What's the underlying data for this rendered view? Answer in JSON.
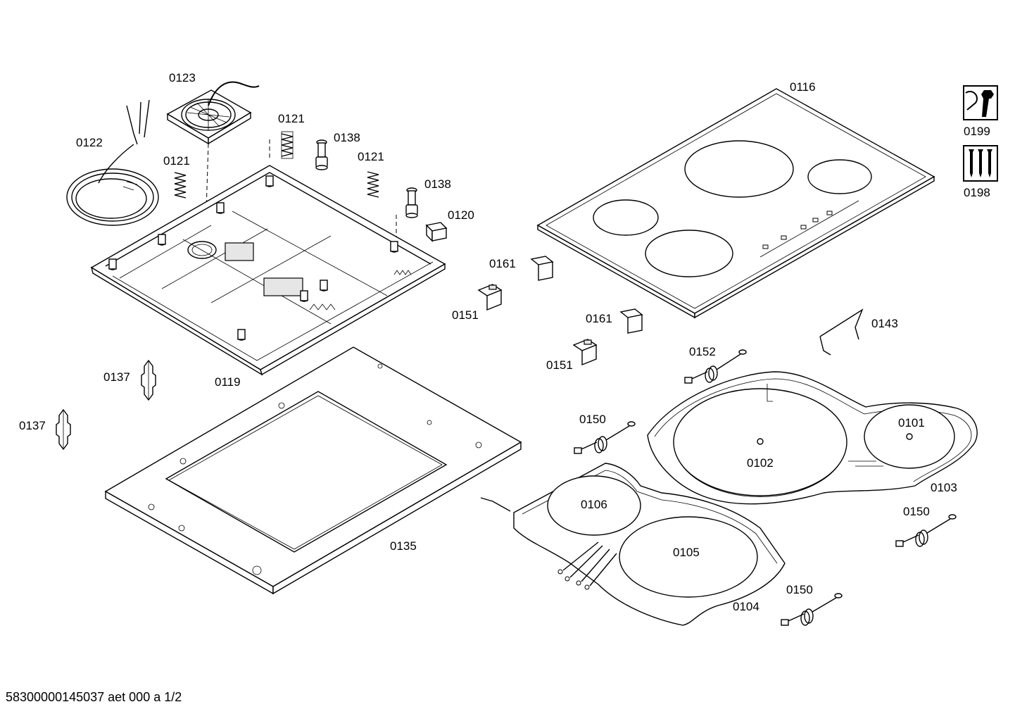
{
  "labels": {
    "p0123": "0123",
    "p0122": "0122",
    "p0121a": "0121",
    "p0121b": "0121",
    "p0121c": "0121",
    "p0138a": "0138",
    "p0138b": "0138",
    "p0120": "0120",
    "p0119": "0119",
    "p0137a": "0137",
    "p0137b": "0137",
    "p0135": "0135",
    "p0116": "0116",
    "p0199": "0199",
    "p0198": "0198",
    "p0161a": "0161",
    "p0161b": "0161",
    "p0151a": "0151",
    "p0151b": "0151",
    "p0143": "0143",
    "p0152": "0152",
    "p0150a": "0150",
    "p0150b": "0150",
    "p0150c": "0150",
    "p0101": "0101",
    "p0102": "0102",
    "p0103": "0103",
    "p0106": "0106",
    "p0105": "0105",
    "p0104": "0104"
  },
  "footer": {
    "document_id": "58300000145037 aet 000 a 1/2"
  }
}
